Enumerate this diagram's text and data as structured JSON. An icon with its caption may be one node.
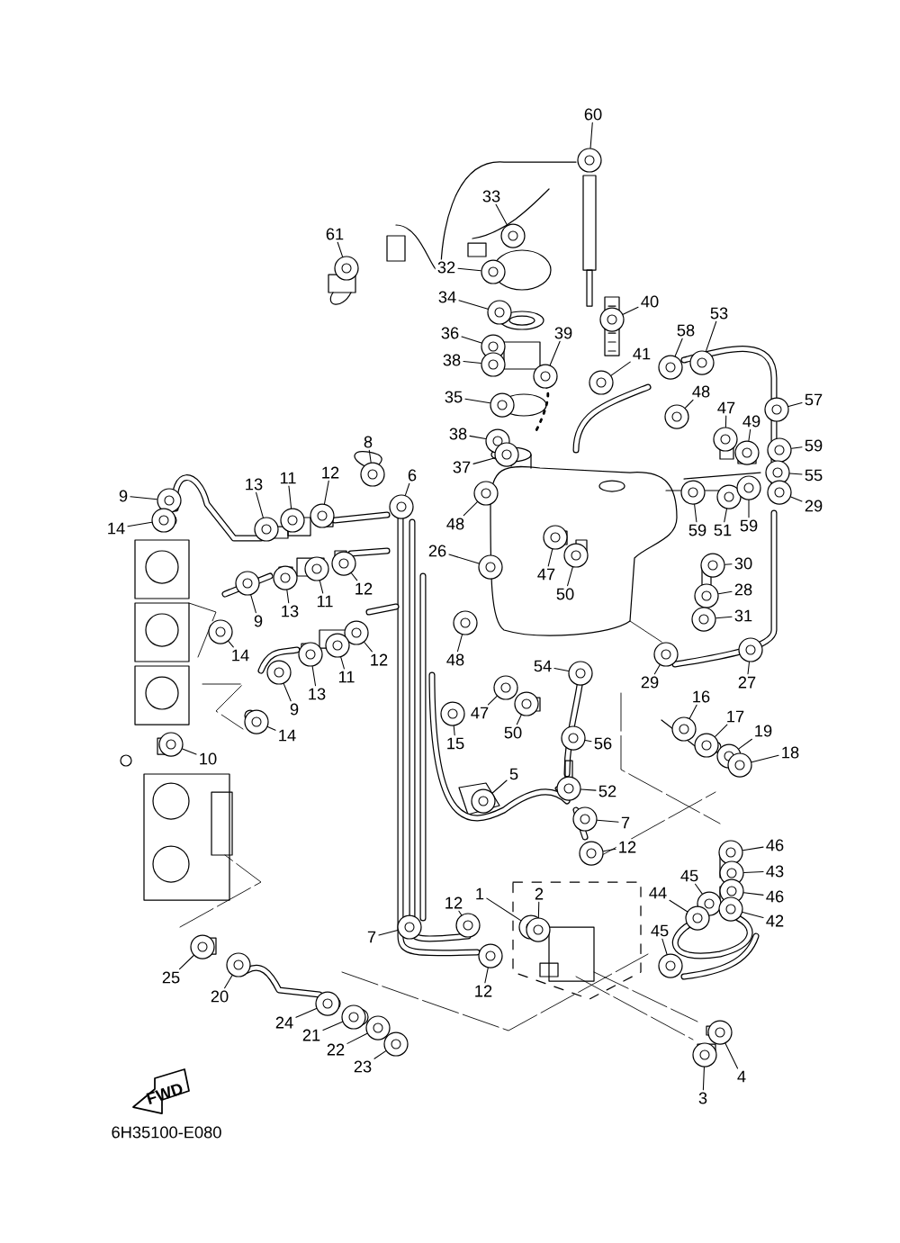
{
  "diagram": {
    "nodes": [
      {
        "text": [
          "60"
        ]
      },
      {
        "text": [
          "33"
        ]
      },
      {
        "text": [
          "61"
        ]
      },
      {
        "text": [
          "32"
        ]
      },
      {
        "text": [
          "34"
        ]
      },
      {
        "text": [
          "40"
        ]
      },
      {
        "text": [
          "36"
        ]
      },
      {
        "text": [
          "39"
        ]
      },
      {
        "text": [
          "38"
        ]
      },
      {
        "text": [
          "41"
        ]
      },
      {
        "text": [
          "58"
        ]
      },
      {
        "text": [
          "53"
        ]
      },
      {
        "text": [
          "35"
        ]
      },
      {
        "text": [
          "48"
        ]
      },
      {
        "text": [
          "38"
        ]
      },
      {
        "text": [
          "47"
        ]
      },
      {
        "text": [
          "49"
        ]
      },
      {
        "text": [
          "57"
        ]
      },
      {
        "text": [
          "59"
        ]
      },
      {
        "text": [
          "8"
        ]
      },
      {
        "text": [
          "37"
        ]
      },
      {
        "text": [
          "6"
        ]
      },
      {
        "text": [
          "55"
        ]
      },
      {
        "text": [
          "13"
        ]
      },
      {
        "text": [
          "11"
        ]
      },
      {
        "text": [
          "12"
        ]
      },
      {
        "text": [
          "9"
        ]
      },
      {
        "text": [
          "29"
        ]
      },
      {
        "text": [
          "14"
        ]
      },
      {
        "text": [
          "48"
        ]
      },
      {
        "text": [
          "59"
        ]
      },
      {
        "text": [
          "51"
        ]
      },
      {
        "text": [
          "59"
        ]
      },
      {
        "text": [
          "26"
        ]
      },
      {
        "text": [
          "47"
        ]
      },
      {
        "text": [
          "50"
        ]
      },
      {
        "text": [
          "30"
        ]
      },
      {
        "text": [
          "28"
        ]
      },
      {
        "text": [
          "31"
        ]
      },
      {
        "text": [
          "11"
        ]
      },
      {
        "text": [
          "12"
        ]
      },
      {
        "text": [
          "9"
        ]
      },
      {
        "text": [
          "13"
        ]
      },
      {
        "text": [
          "14"
        ]
      },
      {
        "text": [
          "12"
        ]
      },
      {
        "text": [
          "48"
        ]
      },
      {
        "text": [
          "54"
        ]
      },
      {
        "text": [
          "11"
        ]
      },
      {
        "text": [
          "13"
        ]
      },
      {
        "text": [
          "29"
        ]
      },
      {
        "text": [
          "27"
        ]
      },
      {
        "text": [
          "47"
        ]
      },
      {
        "text": [
          "9"
        ]
      },
      {
        "text": [
          "50"
        ]
      },
      {
        "text": [
          "14"
        ]
      },
      {
        "text": [
          "15"
        ]
      },
      {
        "text": [
          "16"
        ]
      },
      {
        "text": [
          "17"
        ]
      },
      {
        "text": [
          "19"
        ]
      },
      {
        "text": [
          "18"
        ]
      },
      {
        "text": [
          "10"
        ]
      },
      {
        "text": [
          "56"
        ]
      },
      {
        "text": [
          "5"
        ]
      },
      {
        "text": [
          "52"
        ]
      },
      {
        "text": [
          "7"
        ]
      },
      {
        "text": [
          "12"
        ]
      },
      {
        "text": [
          "46"
        ]
      },
      {
        "text": [
          "43"
        ]
      },
      {
        "text": [
          "45"
        ]
      },
      {
        "text": [
          "44"
        ]
      },
      {
        "text": [
          "46"
        ]
      },
      {
        "text": [
          "1"
        ]
      },
      {
        "text": [
          "2"
        ]
      },
      {
        "text": [
          "42"
        ]
      },
      {
        "text": [
          "12"
        ]
      },
      {
        "text": [
          "45"
        ]
      },
      {
        "text": [
          "7"
        ]
      },
      {
        "text": [
          "25"
        ]
      },
      {
        "text": [
          "12"
        ]
      },
      {
        "text": [
          "20"
        ]
      },
      {
        "text": [
          "24"
        ]
      },
      {
        "text": [
          "21"
        ]
      },
      {
        "text": [
          "22"
        ]
      },
      {
        "text": [
          "23"
        ]
      },
      {
        "text": [
          "4"
        ]
      },
      {
        "text": [
          "3"
        ]
      },
      {
        "text": [],
        "shape": "picture"
      },
      {
        "text": [],
        "shape": "picture"
      },
      {
        "text": [],
        "shape": "picture"
      },
      {
        "text": [],
        "shape": "picture"
      },
      {
        "text": [],
        "shape": "picture"
      },
      {
        "text": [],
        "shape": "picture"
      },
      {
        "text": [],
        "shape": "picture"
      },
      {
        "text": [],
        "shape": "picture"
      },
      {
        "text": [],
        "shape": "picture"
      },
      {
        "text": [],
        "shape": "picture"
      },
      {
        "text": [],
        "shape": "picture"
      },
      {
        "text": [],
        "shape": "picture"
      },
      {
        "text": [],
        "shape": "picture"
      },
      {
        "text": [],
        "shape": "picture"
      },
      {
        "text": [],
        "shape": "picture"
      },
      {
        "text": [],
        "shape": "picture"
      },
      {
        "text": [],
        "shape": "picture"
      },
      {
        "text": [],
        "shape": "picture"
      },
      {
        "text": [],
        "shape": "picture"
      },
      {
        "text": [],
        "shape": "picture"
      },
      {
        "text": [],
        "shape": "picture"
      },
      {
        "text": [],
        "shape": "picture"
      },
      {
        "text": [],
        "shape": "picture"
      },
      {
        "text": [],
        "shape": "picture"
      },
      {
        "text": [],
        "shape": "picture"
      },
      {
        "text": [],
        "shape": "picture"
      },
      {
        "text": [],
        "shape": "picture"
      },
      {
        "text": [],
        "shape": "picture"
      },
      {
        "text": [],
        "shape": "picture"
      },
      {
        "text": [],
        "shape": "picture"
      },
      {
        "text": [],
        "shape": "picture"
      },
      {
        "text": [],
        "shape": "picture"
      },
      {
        "text": [],
        "shape": "picture"
      },
      {
        "text": [],
        "shape": "picture"
      },
      {
        "text": [],
        "shape": "picture"
      },
      {
        "text": [],
        "shape": "picture"
      },
      {
        "text": [],
        "shape": "picture"
      },
      {
        "text": [],
        "shape": "picture"
      },
      {
        "text": [],
        "shape": "picture"
      },
      {
        "text": [],
        "shape": "picture"
      },
      {
        "text": [],
        "shape": "picture"
      },
      {
        "text": [],
        "shape": "picture"
      },
      {
        "text": [],
        "shape": "picture"
      },
      {
        "text": [],
        "shape": "picture"
      },
      {
        "text": [],
        "shape": "picture"
      },
      {
        "text": [],
        "shape": "picture"
      },
      {
        "text": [],
        "shape": "picture"
      },
      {
        "text": [],
        "shape": "picture"
      },
      {
        "text": [],
        "shape": "picture"
      },
      {
        "text": [],
        "shape": "picture"
      },
      {
        "text": [],
        "shape": "picture"
      },
      {
        "text": [],
        "shape": "picture"
      },
      {
        "text": [],
        "shape": "picture"
      },
      {
        "text": [],
        "shape": "picture"
      },
      {
        "text": [],
        "shape": "picture"
      },
      {
        "text": [],
        "shape": "picture"
      },
      {
        "text": [],
        "shape": "picture"
      },
      {
        "text": [],
        "shape": "picture"
      },
      {
        "text": [],
        "shape": "picture"
      },
      {
        "text": [],
        "shape": "picture"
      },
      {
        "text": [],
        "shape": "picture"
      },
      {
        "text": [],
        "shape": "picture"
      },
      {
        "text": [],
        "shape": "picture"
      },
      {
        "text": [],
        "shape": "picture"
      },
      {
        "text": [],
        "shape": "picture"
      },
      {
        "text": [],
        "shape": "picture"
      },
      {
        "text": [],
        "shape": "picture"
      },
      {
        "text": [],
        "shape": "picture"
      },
      {
        "text": [],
        "shape": "picture"
      },
      {
        "text": [],
        "shape": "picture"
      },
      {
        "text": [],
        "shape": "picture"
      },
      {
        "text": [],
        "shape": "picture"
      },
      {
        "text": [],
        "shape": "picture"
      },
      {
        "text": [],
        "shape": "picture"
      },
      {
        "text": [],
        "shape": "picture"
      },
      {
        "text": [],
        "shape": "picture"
      },
      {
        "text": [],
        "shape": "picture"
      },
      {
        "text": [],
        "shape": "picture"
      },
      {
        "text": [],
        "shape": "picture"
      },
      {
        "text": [],
        "shape": "picture"
      },
      {
        "text": [],
        "shape": "picture"
      },
      {
        "text": [],
        "shape": "picture"
      },
      {
        "text": [],
        "shape": "picture"
      },
      {
        "text": [],
        "shape": "picture"
      },
      {
        "text": [],
        "shape": "picture"
      },
      {
        "text": [],
        "shape": "picture"
      }
    ],
    "edges": [
      {
        "from": 0,
        "to": 86,
        "arrow": "none"
      },
      {
        "from": 1,
        "to": 87,
        "arrow": "none"
      },
      {
        "from": 2,
        "to": 88,
        "arrow": "none"
      },
      {
        "from": 3,
        "to": 89,
        "arrow": "none"
      },
      {
        "from": 4,
        "to": 90,
        "arrow": "none"
      },
      {
        "from": 5,
        "to": 91,
        "arrow": "none"
      },
      {
        "from": 6,
        "to": 92,
        "arrow": "none"
      },
      {
        "from": 7,
        "to": 93,
        "arrow": "none"
      },
      {
        "from": 8,
        "to": 94,
        "arrow": "none"
      },
      {
        "from": 9,
        "to": 95,
        "arrow": "none"
      },
      {
        "from": 10,
        "to": 96,
        "arrow": "none"
      },
      {
        "from": 11,
        "to": 97,
        "arrow": "none"
      },
      {
        "from": 12,
        "to": 98,
        "arrow": "none"
      },
      {
        "from": 13,
        "to": 99,
        "arrow": "none"
      },
      {
        "from": 14,
        "to": 100,
        "arrow": "none"
      },
      {
        "from": 15,
        "to": 101,
        "arrow": "none"
      },
      {
        "from": 16,
        "to": 102,
        "arrow": "none"
      },
      {
        "from": 17,
        "to": 103,
        "arrow": "none"
      },
      {
        "from": 18,
        "to": 104,
        "arrow": "none"
      },
      {
        "from": 19,
        "to": 105,
        "arrow": "none"
      },
      {
        "from": 20,
        "to": 106,
        "arrow": "none"
      },
      {
        "from": 21,
        "to": 107,
        "arrow": "none"
      },
      {
        "from": 22,
        "to": 108,
        "arrow": "none"
      },
      {
        "from": 23,
        "to": 109,
        "arrow": "none"
      },
      {
        "from": 24,
        "to": 110,
        "arrow": "none"
      },
      {
        "from": 25,
        "to": 111,
        "arrow": "none"
      },
      {
        "from": 26,
        "to": 112,
        "arrow": "none"
      },
      {
        "from": 27,
        "to": 113,
        "arrow": "none"
      },
      {
        "from": 28,
        "to": 114,
        "arrow": "none"
      },
      {
        "from": 29,
        "to": 115,
        "arrow": "none"
      },
      {
        "from": 30,
        "to": 116,
        "arrow": "none"
      },
      {
        "from": 31,
        "to": 117,
        "arrow": "none"
      },
      {
        "from": 32,
        "to": 118,
        "arrow": "none"
      },
      {
        "from": 33,
        "to": 119,
        "arrow": "none"
      },
      {
        "from": 34,
        "to": 120,
        "arrow": "none"
      },
      {
        "from": 35,
        "to": 121,
        "arrow": "none"
      },
      {
        "from": 36,
        "to": 122,
        "arrow": "none"
      },
      {
        "from": 37,
        "to": 123,
        "arrow": "none"
      },
      {
        "from": 38,
        "to": 124,
        "arrow": "none"
      },
      {
        "from": 39,
        "to": 125,
        "arrow": "none"
      },
      {
        "from": 40,
        "to": 126,
        "arrow": "none"
      },
      {
        "from": 41,
        "to": 127,
        "arrow": "none"
      },
      {
        "from": 42,
        "to": 128,
        "arrow": "none"
      },
      {
        "from": 43,
        "to": 129,
        "arrow": "none"
      },
      {
        "from": 44,
        "to": 130,
        "arrow": "none"
      },
      {
        "from": 45,
        "to": 131,
        "arrow": "none"
      },
      {
        "from": 46,
        "to": 132,
        "arrow": "none"
      },
      {
        "from": 47,
        "to": 133,
        "arrow": "none"
      },
      {
        "from": 48,
        "to": 134,
        "arrow": "none"
      },
      {
        "from": 49,
        "to": 135,
        "arrow": "none"
      },
      {
        "from": 50,
        "to": 136,
        "arrow": "none"
      },
      {
        "from": 51,
        "to": 137,
        "arrow": "none"
      },
      {
        "from": 52,
        "to": 138,
        "arrow": "none"
      },
      {
        "from": 53,
        "to": 139,
        "arrow": "none"
      },
      {
        "from": 54,
        "to": 140,
        "arrow": "none"
      },
      {
        "from": 55,
        "to": 141,
        "arrow": "none"
      },
      {
        "from": 56,
        "to": 142,
        "arrow": "none"
      },
      {
        "from": 57,
        "to": 143,
        "arrow": "none"
      },
      {
        "from": 58,
        "to": 144,
        "arrow": "none"
      },
      {
        "from": 59,
        "to": 145,
        "arrow": "none"
      },
      {
        "from": 60,
        "to": 146,
        "arrow": "none"
      },
      {
        "from": 61,
        "to": 147,
        "arrow": "none"
      },
      {
        "from": 62,
        "to": 148,
        "arrow": "none"
      },
      {
        "from": 63,
        "to": 149,
        "arrow": "none"
      },
      {
        "from": 64,
        "to": 150,
        "arrow": "none"
      },
      {
        "from": 65,
        "to": 151,
        "arrow": "none"
      },
      {
        "from": 66,
        "to": 152,
        "arrow": "none"
      },
      {
        "from": 67,
        "to": 153,
        "arrow": "none"
      },
      {
        "from": 68,
        "to": 154,
        "arrow": "none"
      },
      {
        "from": 69,
        "to": 155,
        "arrow": "none"
      },
      {
        "from": 70,
        "to": 156,
        "arrow": "none"
      },
      {
        "from": 71,
        "to": 157,
        "arrow": "none"
      },
      {
        "from": 72,
        "to": 158,
        "arrow": "none"
      },
      {
        "from": 73,
        "to": 159,
        "arrow": "none"
      },
      {
        "from": 74,
        "to": 160,
        "arrow": "none"
      },
      {
        "from": 75,
        "to": 161,
        "arrow": "none"
      },
      {
        "from": 76,
        "to": 162,
        "arrow": "none"
      },
      {
        "from": 77,
        "to": 163,
        "arrow": "none"
      },
      {
        "from": 78,
        "to": 164,
        "arrow": "none"
      },
      {
        "from": 79,
        "to": 165,
        "arrow": "none"
      },
      {
        "from": 80,
        "to": 166,
        "arrow": "none"
      },
      {
        "from": 81,
        "to": 167,
        "arrow": "none"
      },
      {
        "from": 82,
        "to": 168,
        "arrow": "none"
      },
      {
        "from": 83,
        "to": 169,
        "arrow": "none"
      },
      {
        "from": 84,
        "to": 170,
        "arrow": "none"
      },
      {
        "from": 85,
        "to": 171,
        "arrow": "none"
      }
    ],
    "labels": [
      "FWD",
      "6H35100-E080"
    ]
  }
}
